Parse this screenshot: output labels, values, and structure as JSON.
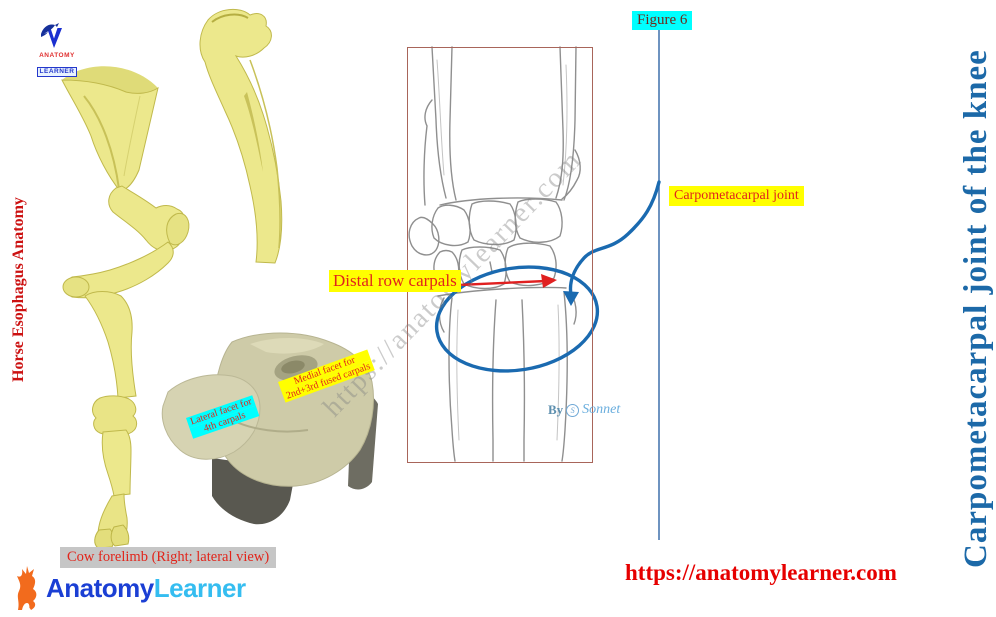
{
  "figure_label": "Figure 6",
  "titles": {
    "right_vertical": "Carpometacarpal joint of the knee",
    "left_vertical": "Horse Esophagus Anatomy"
  },
  "annotations": {
    "carpometacarpal_joint": "Carpometacarpal joint",
    "distal_row_carpals": "Distal row carpals",
    "lateral_facet_line1": "Lateral facet for",
    "lateral_facet_line2": "4th carpals",
    "medial_facet_line1": "Medial facet for",
    "medial_facet_line2": "2nd+3rd fused carpals"
  },
  "caption": "Cow forelimb (Right; lateral view)",
  "byline": {
    "prefix": "By",
    "name": "Sonnet"
  },
  "watermark": "https://anatomylearner.com",
  "footer_url": "https://anatomylearner.com",
  "logo_top": {
    "line1": "ANATOMY",
    "line2": "LEARNER"
  },
  "logo_bottom": {
    "word1": "Anatomy",
    "word2": "Learner"
  },
  "colors": {
    "highlight_yellow": "#ffff00",
    "highlight_cyan": "#00ffff",
    "label_red": "#e1251b",
    "annotation_blue": "#1a6ab0",
    "title_blue": "#1c69a8",
    "bone_yellow": "#ece88c",
    "specimen_tan": "#cecba8",
    "sketch_gray": "#8f8f8f",
    "caption_bg": "#c6c6c6",
    "url_red": "#e60000",
    "logo_blue": "#1b3fd4",
    "logo_cyan": "#35bdf0",
    "logo_orange": "#f26b1d"
  }
}
